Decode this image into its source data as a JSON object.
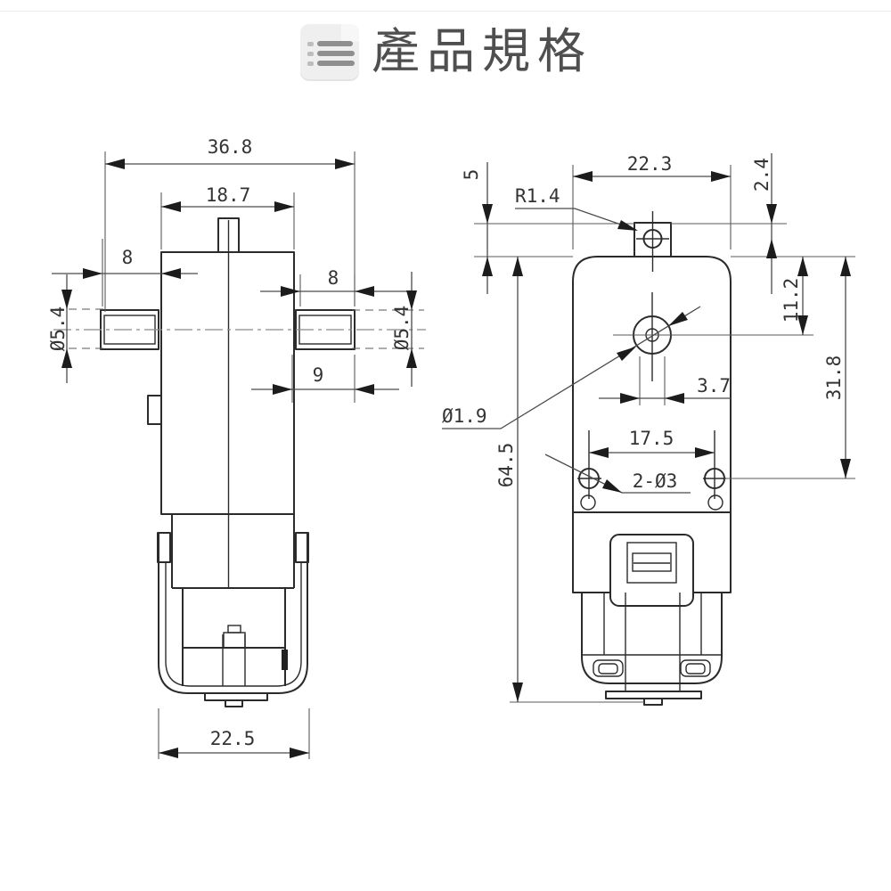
{
  "header": {
    "title": "產品規格",
    "icon": "spec-document-icon"
  },
  "drawing": {
    "front_view": {
      "overall_width": "36.8",
      "gearbox_width": "18.7",
      "left_shaft_length": "8",
      "right_shaft_length": "8",
      "left_shaft_diameter": "Ø5.4",
      "right_shaft_diameter": "Ø5.4",
      "shaft_overall_length": "9",
      "motor_body_width": "22.5"
    },
    "side_view": {
      "body_width": "22.3",
      "tab_height": "5",
      "tab_corner_radius": "R1.4",
      "tab_hole_offset": "2.4",
      "shaft_center_from_top": "11.2",
      "mount_holes_from_top": "31.8",
      "shaft_slot_width": "3.7",
      "shaft_bore_diameter": "Ø1.9",
      "mount_hole_spacing": "17.5",
      "mount_holes": "2-Ø3",
      "overall_length": "64.5"
    }
  },
  "colors": {
    "outline": "#2b2b2b",
    "dimension": "#4a4a4a",
    "title": "#4f4f4f"
  }
}
